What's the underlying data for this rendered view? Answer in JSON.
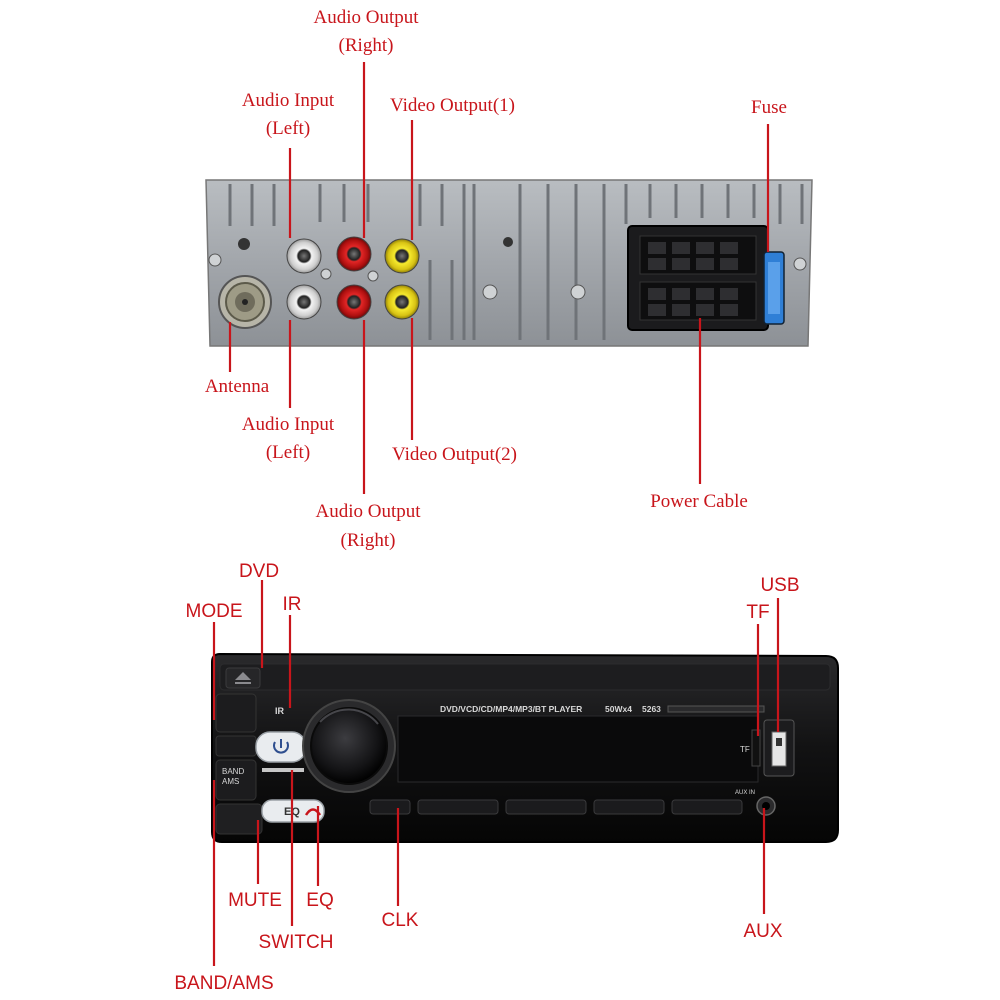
{
  "rear_panel": {
    "labels": {
      "audio_output_right_top": [
        "Audio Output",
        "(Right)"
      ],
      "audio_input_left_top": [
        "Audio Input",
        "(Left)"
      ],
      "video_output_1": "Video Output(1)",
      "fuse": "Fuse",
      "antenna": "Antenna",
      "audio_input_left_bottom": [
        "Audio Input",
        "(Left)"
      ],
      "video_output_2": "Video Output(2)",
      "audio_output_right_bottom": [
        "Audio Output",
        "(Right)"
      ],
      "power_cable": "Power Cable"
    }
  },
  "front_panel": {
    "labels": {
      "dvd": "DVD",
      "mode": "MODE",
      "ir": "IR",
      "usb": "USB",
      "tf": "TF",
      "mute": "MUTE",
      "eq": "EQ",
      "switch": "SWITCH",
      "clk": "CLK",
      "aux": "AUX",
      "band_ams": "BAND/AMS"
    },
    "printed": {
      "model_line": "DVD/VCD/CD/MP4/MP3/BT PLAYER",
      "power_rating": "50Wx4",
      "model_number": "5263",
      "ir_mark": "IR",
      "tf_mark": "TF",
      "aux_in_mark": "AUX IN",
      "band_mark": "BAND",
      "ams_mark": "AMS",
      "eq_mark": "EQ"
    }
  },
  "colors": {
    "label_red": "#c8151b",
    "chassis_grey": "#9a9ea3",
    "faceplate_black": "#111111"
  }
}
